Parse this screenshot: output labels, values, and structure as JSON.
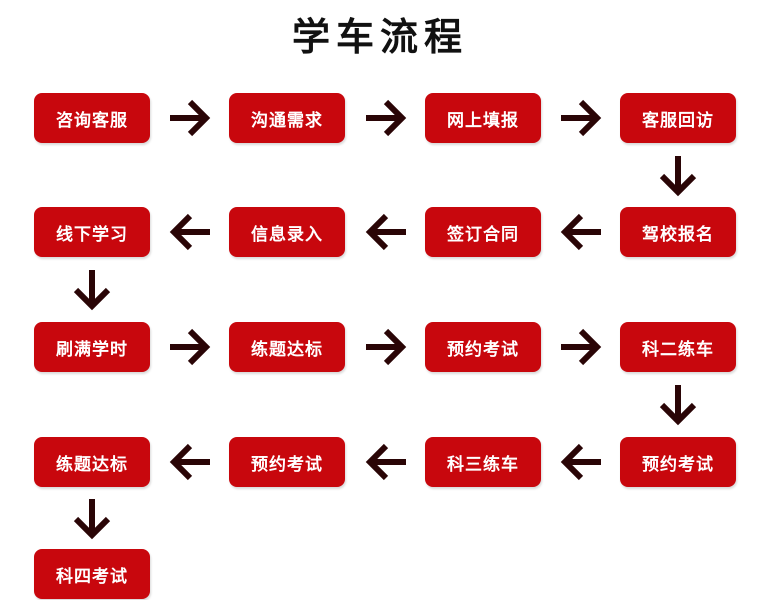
{
  "title": "学车流程",
  "colors": {
    "box": "#c8070d",
    "box_text": "#ffffff",
    "arrow": "#2a0506",
    "title": "#111111"
  },
  "steps": [
    "咨询客服",
    "沟通需求",
    "网上填报",
    "客服回访",
    "驾校报名",
    "签订合同",
    "信息录入",
    "线下学习",
    "刷满学时",
    "练题达标",
    "预约考试",
    "科二练车",
    "预约考试",
    "科三练车",
    "预约考试",
    "练题达标",
    "科四考试"
  ],
  "arrows": [
    "arrow-right-icon",
    "arrow-down-icon",
    "arrow-left-icon"
  ]
}
